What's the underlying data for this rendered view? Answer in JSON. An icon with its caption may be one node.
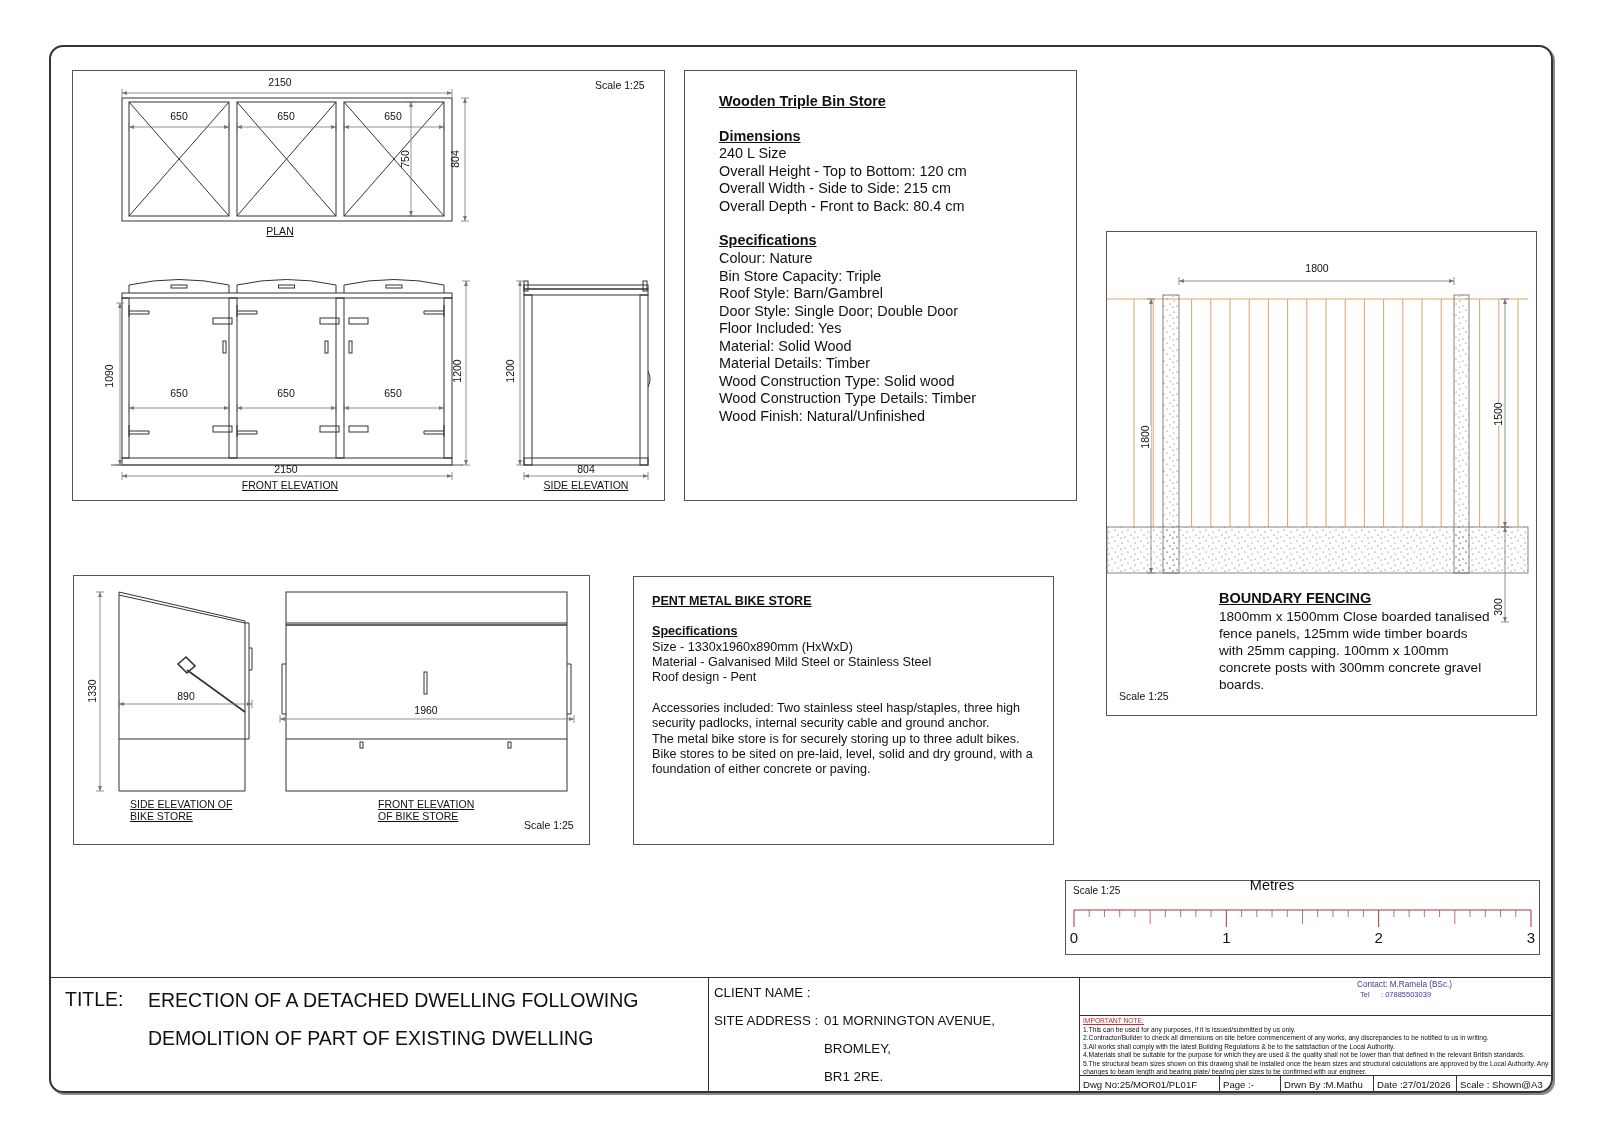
{
  "diagram": {
    "nodes": [
      {
        "text": [
          "Scale 1:25"
        ]
      },
      {
        "text": [
          "Wooden Triple Bin Store",
          "Dimensions",
          "240 L Size",
          "Overall Height - Top to Bottom: 120 cm",
          "Overall Width - Side to Side: 215 cm",
          "Overall Depth - Front to Back: 80.4 cm",
          "Specifications",
          "Colour: Nature",
          "Bin Store Capacity: Triple",
          "Roof Style: Barn/Gambrel",
          "Door Style: Single Door; Double Door",
          "Floor Included: Yes",
          "Material: Solid Wood",
          "Material Details: Timber",
          "Wood Construction Type: Solid wood",
          "Wood Construction Type Details: Timber",
          "Wood Finish: Natural/Unfinished"
        ]
      },
      {
        "text": [
          "BOUNDARY FENCING",
          "1800mm x 1500mm Close boarded tanalised fence panels, 125mm wide timber boards with 25mm capping. 100mm x 100mm concrete posts with 300mm concrete gravel boards.",
          "Scale 1:25"
        ]
      },
      {
        "text": [
          "Scale 1:25"
        ]
      },
      {
        "text": [
          "PENT METAL BIKE STORE",
          "Specifications",
          "Size - 1330x1960x890mm (HxWxD)",
          "Material - Galvanised Mild Steel or Stainless Steel",
          "Roof design - Pent",
          "Accessories included: Two stainless steel hasp/staples, three high security padlocks, internal security cable and ground anchor.",
          "The metal bike store is for securely storing up to three adult bikes. Bike stores to be sited on pre-laid, level, solid and dry ground, with a foundation of either concrete or paving."
        ]
      },
      {
        "text": [
          "Scale 1:25",
          "Metres"
        ]
      },
      {
        "text": [
          "TITLE:",
          "ERECTION OF A DETACHED DWELLING FOLLOWING DEMOLITION OF PART OF EXISTING DWELLING"
        ]
      },
      {
        "text": [
          "CLIENT NAME :",
          "SITE ADDRESS :",
          "01 MORNINGTON AVENUE,",
          "BROMLEY,",
          "BR1 2RE."
        ]
      },
      {
        "text": [
          "Contact: M.Ramela (BSc.)",
          "Tel",
          ": 07885503039"
        ]
      },
      {
        "text": [
          "IMPORTANT NOTE:",
          "1.This can be used for any purposes, if it is issued/submitted by us only.",
          "2.Contractor/Builder to check all dimensions on site before commencement of any works, any discrepancies to be notified to us in writing.",
          "3.All works shall comply with the latest Building Regulations & be to the satisfaction of the Local Authority.",
          "4.Materials shall be suitable for the purpose for which they are used & the quality shall not be lower than that defined in the relevant British standards.",
          "5.The structural beam sizes shown on this drawing shall be installed once the beam sizes and structural calculations are approved by the Local Authority. Any changes to beam length and bearing plate/ bearing pier sizes to be confirmed with our engineer."
        ]
      },
      {
        "text": [
          "Dwg No:25/MOR01/PL01F"
        ]
      },
      {
        "text": [
          "Page :-"
        ]
      },
      {
        "text": [
          "Drwn By :M.Mathu"
        ]
      },
      {
        "text": [
          "Date :27/01/2026"
        ]
      },
      {
        "text": [
          "Scale : Shown@A3"
        ]
      }
    ],
    "labels": [
      "2150",
      "650",
      "650",
      "650",
      "750",
      "804",
      "PLAN",
      "1090",
      "650",
      "650",
      "650",
      "1200",
      "1200",
      "2150",
      "804",
      "FRONT ELEVATION",
      "SIDE ELEVATION",
      "1800",
      "1800",
      "1500",
      "300",
      "1330",
      "890",
      "1960",
      "SIDE ELEVATION OF BIKE STORE",
      "FRONT ELEVATION OF BIKE STORE",
      "0",
      "1",
      "2",
      "3"
    ]
  }
}
